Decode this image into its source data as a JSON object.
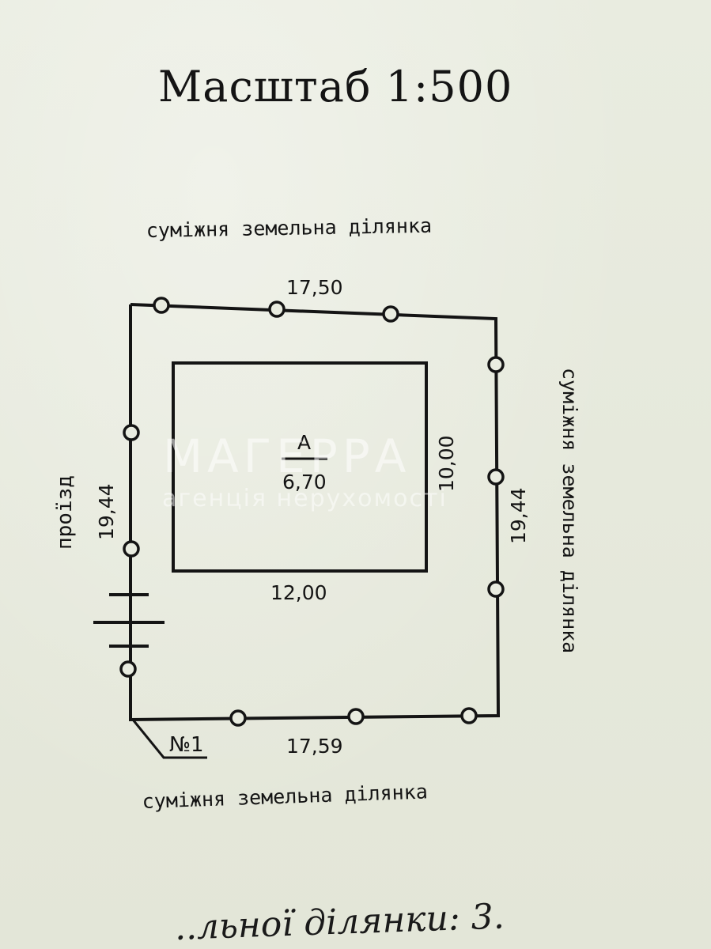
{
  "document": {
    "scale_title": "Масштаб 1:500",
    "bottom_text": "..льної ділянки: 3.",
    "label_top": "суміжня земельна ділянка",
    "label_bottom": "суміжня земельна ділянка",
    "label_right": "суміжня земельна ділянка",
    "label_left": "проїзд",
    "dim_top": "17,50",
    "dim_bottom": "17,59",
    "dim_left": "19,44",
    "dim_right": "19,44",
    "building_letter": "А",
    "building_height": "6,70",
    "building_width": "12,00",
    "building_depth": "10,00",
    "plot_number": "№1",
    "watermark_brand": "МАГЕРРА",
    "watermark_sub": "агенція нерухомості"
  },
  "colors": {
    "ink": "#141414",
    "paper": "#e7eadd",
    "watermark": "#ffffff"
  }
}
